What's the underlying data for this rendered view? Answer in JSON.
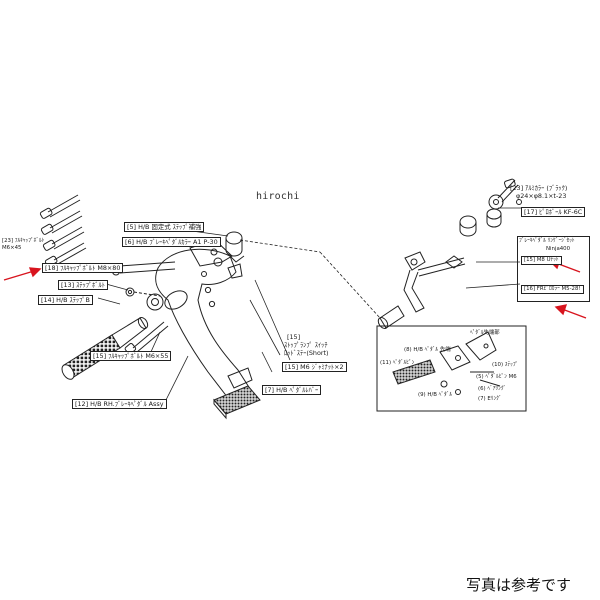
{
  "watermark": "hirochi",
  "caption": "写真は参考です",
  "colors": {
    "arrow": "#d8141e",
    "line": "#222222",
    "background": "#ffffff"
  },
  "labels": {
    "p23_left": "[23] ﾌﾙｷｬｯﾌﾟﾎﾞﾙﾄ M6×45",
    "p18": "[18] ﾌﾙｷｬｯﾌﾟﾎﾞﾙﾄ M8×80",
    "p13": "[13] ｽﾃｯﾌﾟﾎﾞﾙﾄ",
    "p14": "[14] H/B ｽﾃｯﾌﾟB",
    "p15_bolt": "[15] ﾌﾙｷｬｯﾌﾟﾎﾞﾙﾄ M6×55",
    "p12": "[12] H/B RH.ﾌﾞﾚｰｷﾍﾟﾀﾞﾙ Assy",
    "p5": "[5] H/B 固定式 ｽﾃｯﾌﾟ補強",
    "p6": "[6] H/B ﾌﾞﾚｰｷﾍﾟﾀﾞﾙｶﾗｰ A1 P-30",
    "p15_switch_num": "[15]",
    "p15_switch_1": "ｽﾄｯﾌﾟﾗﾝﾌﾟ ｽｲｯﾁ",
    "p15_switch_2": "ﾛｯﾄﾞｽﾃｰ(Short)",
    "p15_nut": "[15] M6 ｼﾞｬﾐﾅｯﾄ×2",
    "p7": "[7] H/B ﾍﾟﾀﾞﾙﾚﾊﾞｰ",
    "p23_right_1": "[23] ｱﾙﾐｶﾗｰ (ﾌﾞﾗｯｸ)",
    "p23_right_2": "φ24×φ8.1×t-23",
    "p17": "[17] ﾋﾟﾛﾎﾞｰﾙ KF-6C",
    "linkset_1": "ﾌﾞﾚｰｷﾍﾟﾀﾞﾙ ﾘﾝｹﾞｰｼﾞｾｯﾄ",
    "linkset_2": "Ninja400",
    "p15_unut": "[15] M8 Uﾅｯﾄ",
    "p16": "[16] FRﾋﾟﾛｶﾗｰ M5-28!",
    "inset_title": "ﾍﾟﾀﾞﾙ先端部",
    "inset_a": "(8) H/B ﾍﾟﾀﾞﾙ 先端",
    "inset_b": "(11) ﾍﾟﾀﾞﾙﾋﾟﾝ",
    "inset_c": "(10) ｽﾃｯﾌﾟ",
    "inset_d": "(9) H/B ﾍﾟﾀﾞﾙ",
    "inset_e": "(5) ﾍﾟﾀﾞﾙﾋﾟﾝ M6",
    "inset_f": "(6) ﾍﾞｱﾘﾝｸﾞ",
    "inset_g": "(7) Eﾘﾝｸﾞ"
  }
}
